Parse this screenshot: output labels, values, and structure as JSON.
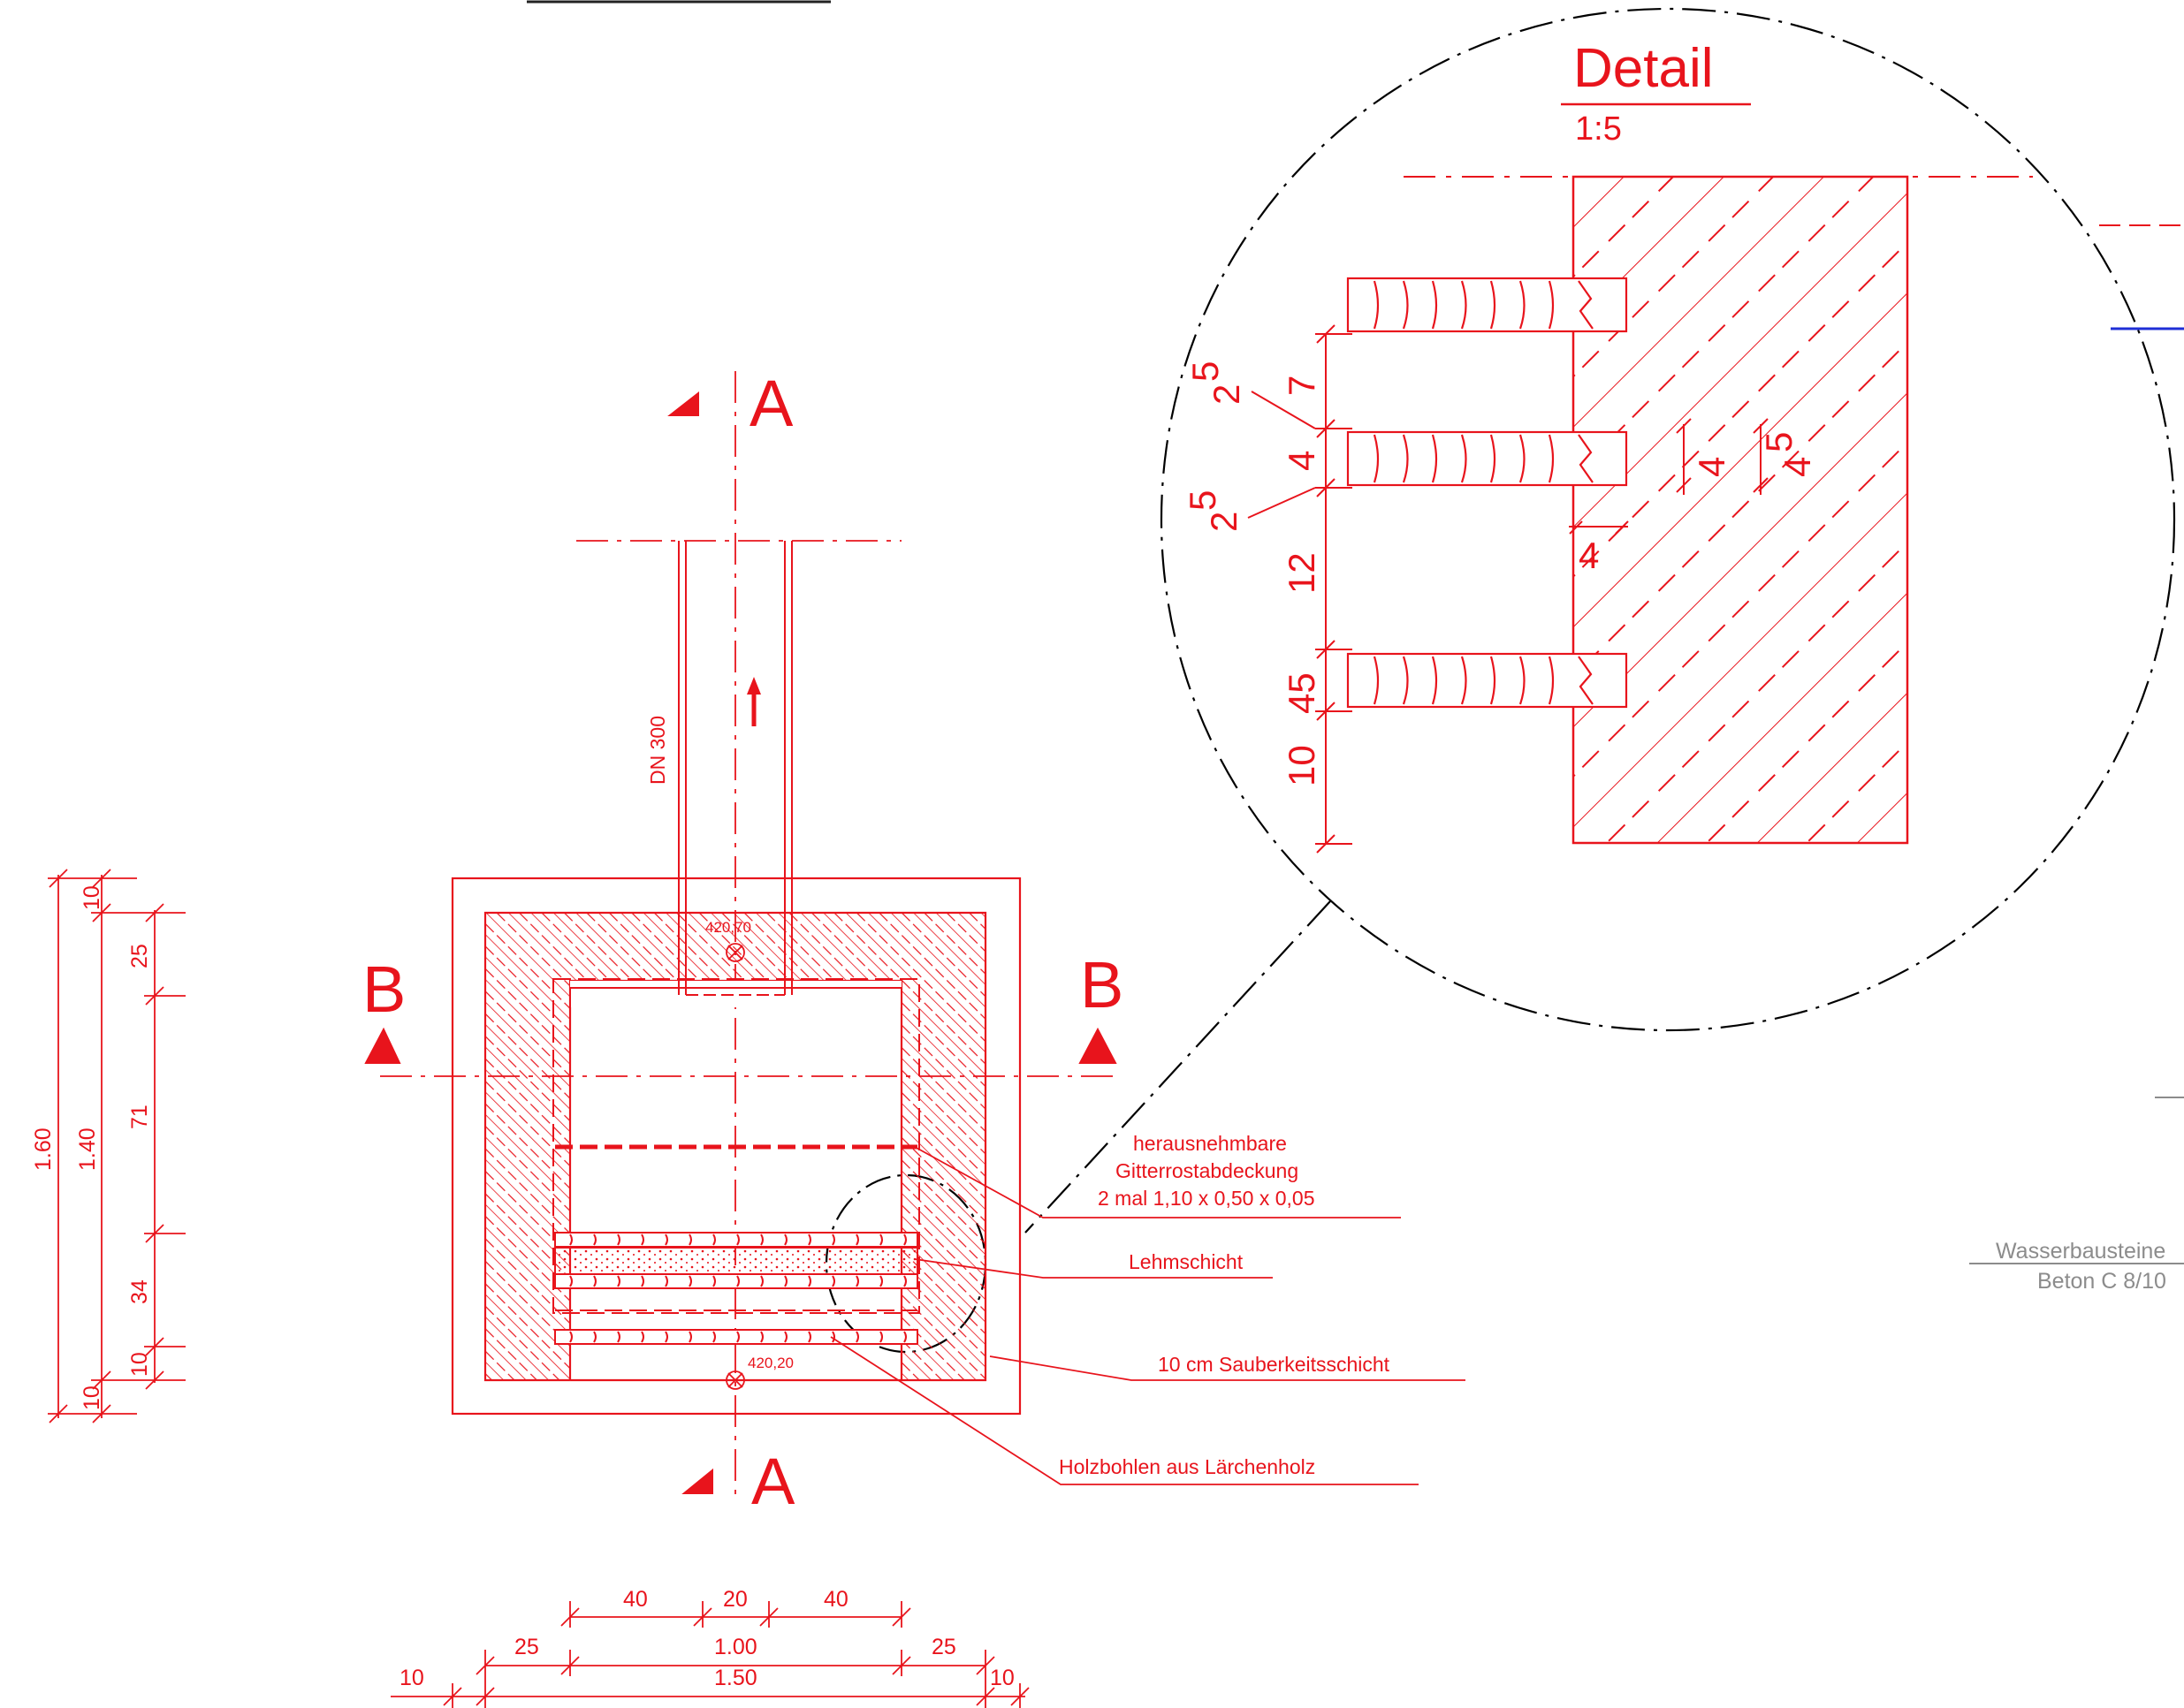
{
  "detail": {
    "title": "Detail",
    "scale": "1:5",
    "dims_vertical": [
      "7",
      "4",
      "12",
      "45",
      "10"
    ],
    "dims_two_five": [
      "2",
      "5"
    ],
    "dims_slot": [
      "4",
      "4",
      "5",
      "4"
    ]
  },
  "plan": {
    "section_a": "A",
    "section_b": "B",
    "pipe_label": "DN 300",
    "elev_top": "420,70",
    "elev_bottom": "420,20"
  },
  "annotations": {
    "grate_1": "herausnehmbare",
    "grate_2": "Gitterrostabdeckung",
    "grate_3": "2 mal 1,10 x 0,50 x 0,05",
    "clay": "Lehmschicht",
    "blinding": "10 cm Sauberkeitsschicht",
    "planks": "Holzbohlen aus Lärchenholz"
  },
  "dims_left": {
    "total": "1.60",
    "inner": "1.40",
    "parts": [
      "10",
      "25",
      "71",
      "34",
      "10",
      "10"
    ]
  },
  "dims_bottom": {
    "row1": [
      "40",
      "20",
      "40"
    ],
    "row2": [
      "25",
      "1.00",
      "25"
    ],
    "row3": [
      "10",
      "1.50",
      "10"
    ]
  },
  "legend": {
    "line1": "Wasserbausteine",
    "line2": "Beton C 8/10"
  },
  "colors": {
    "drawing": "#e8141c",
    "legend_text": "#8c8c8c",
    "accent_line": "#1f2fd6"
  }
}
